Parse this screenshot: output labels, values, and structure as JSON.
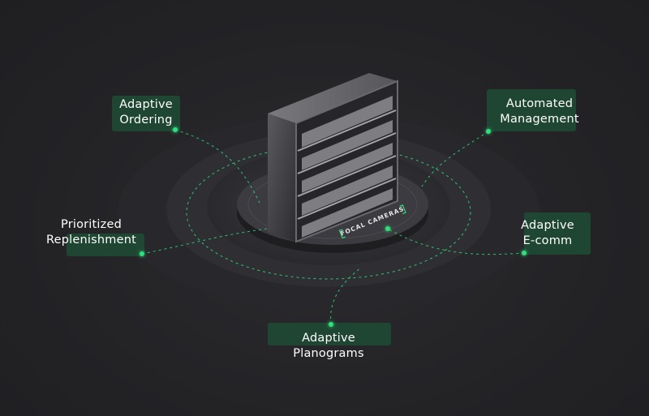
{
  "features": [
    {
      "id": "adaptive-ordering",
      "lines": [
        "Adaptive",
        "Ordering"
      ]
    },
    {
      "id": "automated-management",
      "lines": [
        "Automated",
        "Management"
      ]
    },
    {
      "id": "prioritized-replenishment",
      "lines": [
        "Prioritized",
        "Replenishment"
      ]
    },
    {
      "id": "adaptive-ecomm",
      "lines": [
        "Adaptive",
        "E-comm"
      ]
    },
    {
      "id": "adaptive-planograms",
      "lines": [
        "Adaptive",
        "Planograms"
      ]
    }
  ],
  "center": {
    "label": "FOCAL CAMERAS"
  },
  "colors": {
    "background": "#232326",
    "accent": "#2ee07a",
    "card": "#1f4a34",
    "platform": "#3b3b40"
  }
}
